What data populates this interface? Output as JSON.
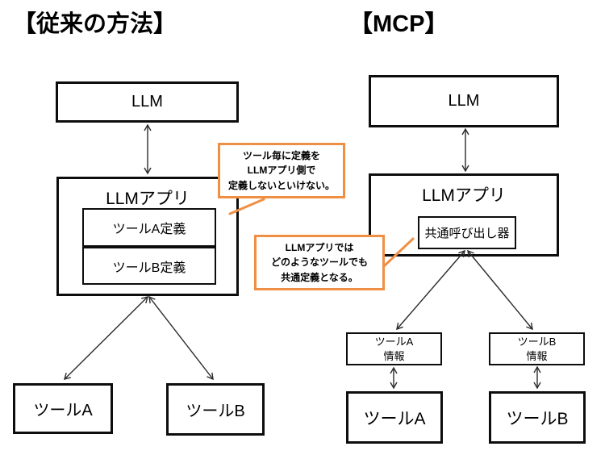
{
  "titles": {
    "traditional": "【従来の方法】",
    "mcp": "【MCP】"
  },
  "traditional": {
    "llm_label": "LLM",
    "app_label": "LLMアプリ",
    "tool_a_def": "ツールA定義",
    "tool_b_def": "ツールB定義",
    "callout_text": "ツール毎に定義を\nLLMアプリ側で\n定義しないといけない。",
    "tool_a": "ツールA",
    "tool_b": "ツールB"
  },
  "mcp": {
    "llm_label": "LLM",
    "app_label": "LLMアプリ",
    "common_caller": "共通呼び出し器",
    "callout_text": "LLMアプリでは\nどのようなツールでも\n共通定義となる。",
    "tool_a_info": "ツールA\n情報",
    "tool_b_info": "ツールB\n情報",
    "tool_a": "ツールA",
    "tool_b": "ツールB"
  },
  "colors": {
    "callout_border": "#EF8F44",
    "box_border": "#0d0d0d",
    "arrow": "#2b2b2b",
    "background": "#ffffff"
  }
}
